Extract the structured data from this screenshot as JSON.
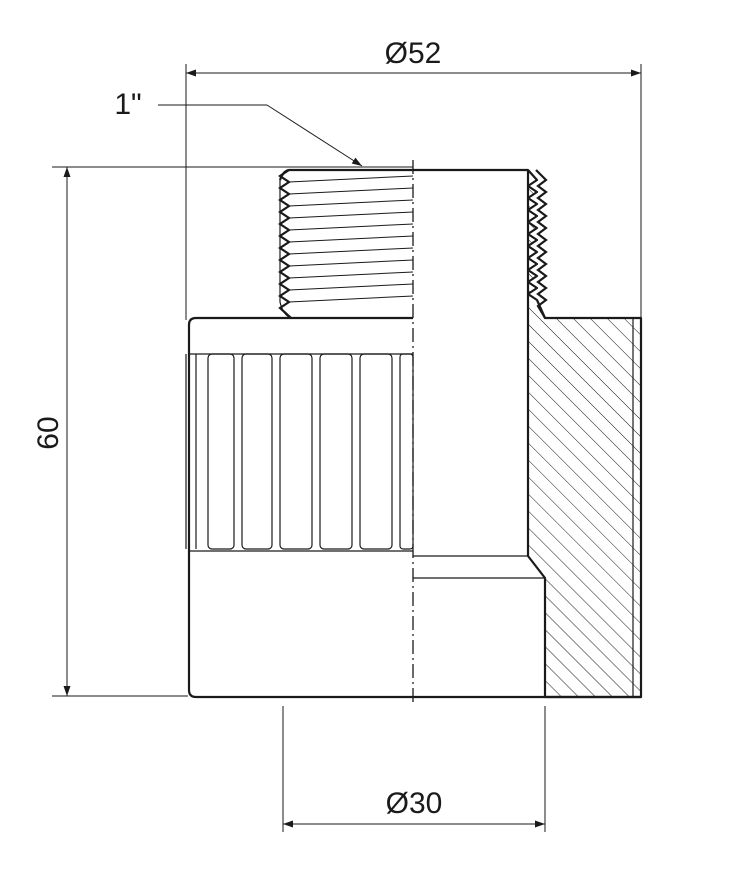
{
  "dimensions": {
    "outer_diameter": "Ø52",
    "thread_size": "1\"",
    "height": "60",
    "socket_diameter": "Ø30"
  },
  "colors": {
    "line": "#1a1a1a",
    "background": "#ffffff"
  }
}
